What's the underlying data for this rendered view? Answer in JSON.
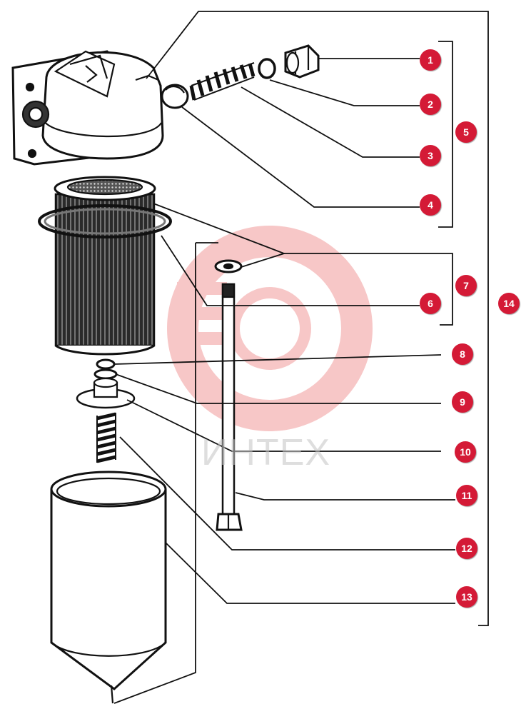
{
  "figure": {
    "callouts": [
      "1",
      "2",
      "3",
      "4",
      "5",
      "6",
      "7",
      "8",
      "9",
      "10",
      "11",
      "12",
      "13",
      "14"
    ],
    "watermark_text": "ИНТЕХ"
  },
  "colors": {
    "callout_fill": "#d41a36",
    "line": "#111111",
    "watermark": "#f2a2a2",
    "watermark_text": "#c4c4c4"
  }
}
